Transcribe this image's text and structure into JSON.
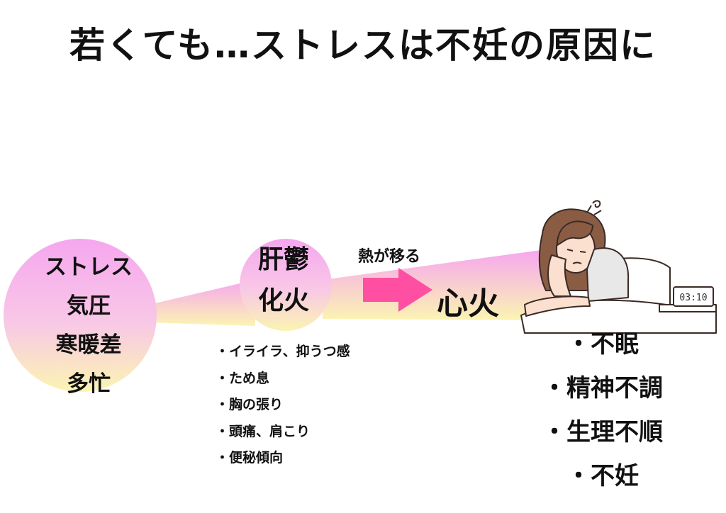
{
  "title": "若くても…ストレスは不妊の原因に",
  "cause_circle": {
    "items": [
      "ストレス",
      "気圧",
      "寒暖差",
      "多忙"
    ]
  },
  "middle_circle": {
    "lines": [
      "肝鬱",
      "化火"
    ]
  },
  "middle_symptoms": [
    "・イライラ、抑うつ感",
    "・ため息",
    "・胸の張り",
    "・頭痛、肩こり",
    "・便秘傾向"
  ],
  "arrow_label": "熱が移る",
  "result_label": "心火",
  "result_symptoms": [
    "・不眠",
    "・精神不調",
    "・生理不順",
    "・不妊"
  ],
  "illustration": {
    "clock": "03:10"
  },
  "colors": {
    "pink": "#f7a8f0",
    "yellow": "#fbf3b0",
    "arrow": "#ff4fa3"
  }
}
